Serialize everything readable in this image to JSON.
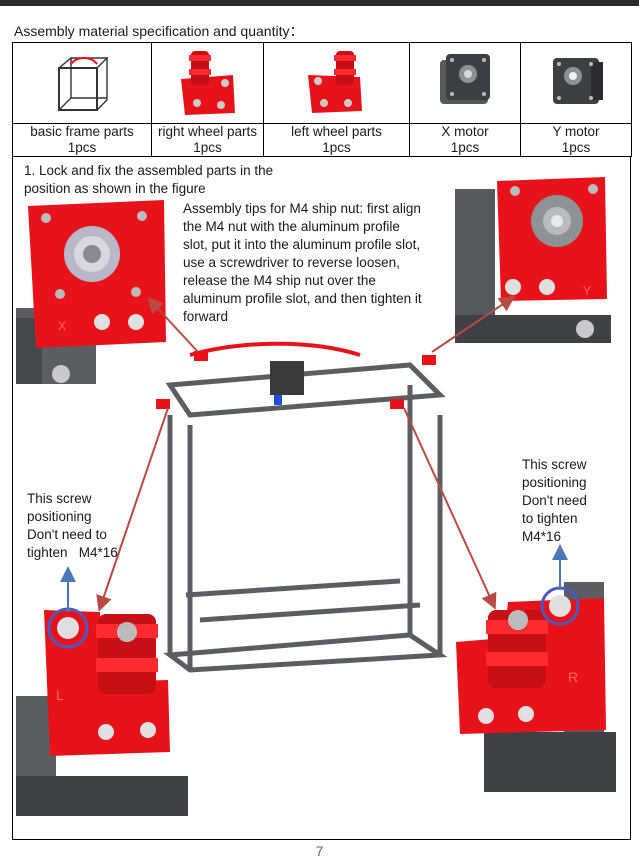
{
  "spec_title": "Assembly material specification and quantity：",
  "parts": [
    {
      "name": "basic frame parts",
      "qty": "1pcs",
      "icon": "frame-cube-icon"
    },
    {
      "name": "right wheel parts",
      "qty": "1pcs",
      "icon": "right-wheel-plate-icon"
    },
    {
      "name": "left wheel parts",
      "qty": "1pcs",
      "icon": "left-wheel-plate-icon"
    },
    {
      "name": "X motor",
      "qty": "1pcs",
      "icon": "x-motor-icon"
    },
    {
      "name": "Y motor",
      "qty": "1pcs",
      "icon": "y-motor-icon"
    }
  ],
  "step": {
    "text": "1. Lock and fix the assembled parts in the position as shown in the figure",
    "tips": "Assembly tips for M4 ship nut: first align the M4 nut with the aluminum profile slot, put it into the aluminum profile slot, use a screwdriver to reverse loosen, release the M4 ship nut over the aluminum profile slot, and then tighten it forward"
  },
  "notes": {
    "left": [
      "This screw",
      "positioning",
      "Don't need to",
      "tighten   M4*16"
    ],
    "right": [
      "This screw",
      "positioning",
      "Don't need",
      "to tighten",
      "M4*16"
    ]
  },
  "plate_letters": {
    "left": "L",
    "right": "R",
    "x": "X",
    "y": "Y"
  },
  "page_number": "7",
  "colors": {
    "part_red": "#e8131a",
    "frame_gray": "#5a5d62",
    "arrow_red": "#b94a42",
    "arrow_blue": "#4a78b8"
  }
}
